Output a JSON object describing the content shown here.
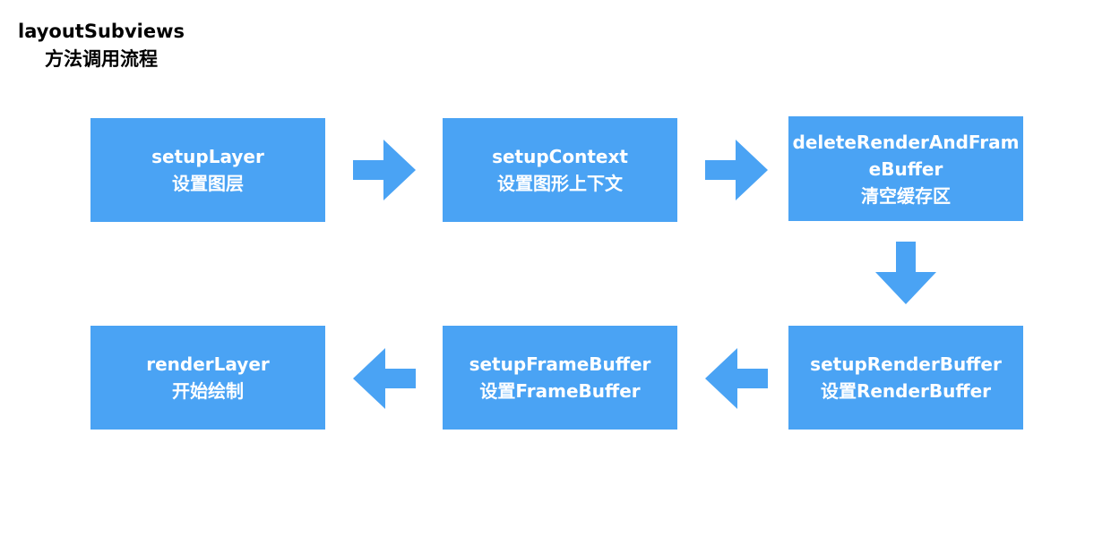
{
  "title": {
    "line1": "layoutSubviews",
    "line2": "方法调用流程"
  },
  "colors": {
    "box": "#4aa3f4",
    "arrow": "#4aa3f4",
    "text": "#ffffff"
  },
  "steps": [
    {
      "name": "setupLayer",
      "desc": "设置图层"
    },
    {
      "name": "setupContext",
      "desc": "设置图形上下文"
    },
    {
      "name": "deleteRenderAndFrameBuffer",
      "desc": "清空缓存区"
    },
    {
      "name": "setupRenderBuffer",
      "desc": "设置RenderBuffer"
    },
    {
      "name": "setupFrameBuffer",
      "desc": "设置FrameBuffer"
    },
    {
      "name": "renderLayer",
      "desc": "开始绘制"
    }
  ],
  "arrows": [
    {
      "from": "setupLayer",
      "to": "setupContext",
      "direction": "right"
    },
    {
      "from": "setupContext",
      "to": "deleteRenderAndFrameBuffer",
      "direction": "right"
    },
    {
      "from": "deleteRenderAndFrameBuffer",
      "to": "setupRenderBuffer",
      "direction": "down"
    },
    {
      "from": "setupRenderBuffer",
      "to": "setupFrameBuffer",
      "direction": "left"
    },
    {
      "from": "setupFrameBuffer",
      "to": "renderLayer",
      "direction": "left"
    }
  ]
}
